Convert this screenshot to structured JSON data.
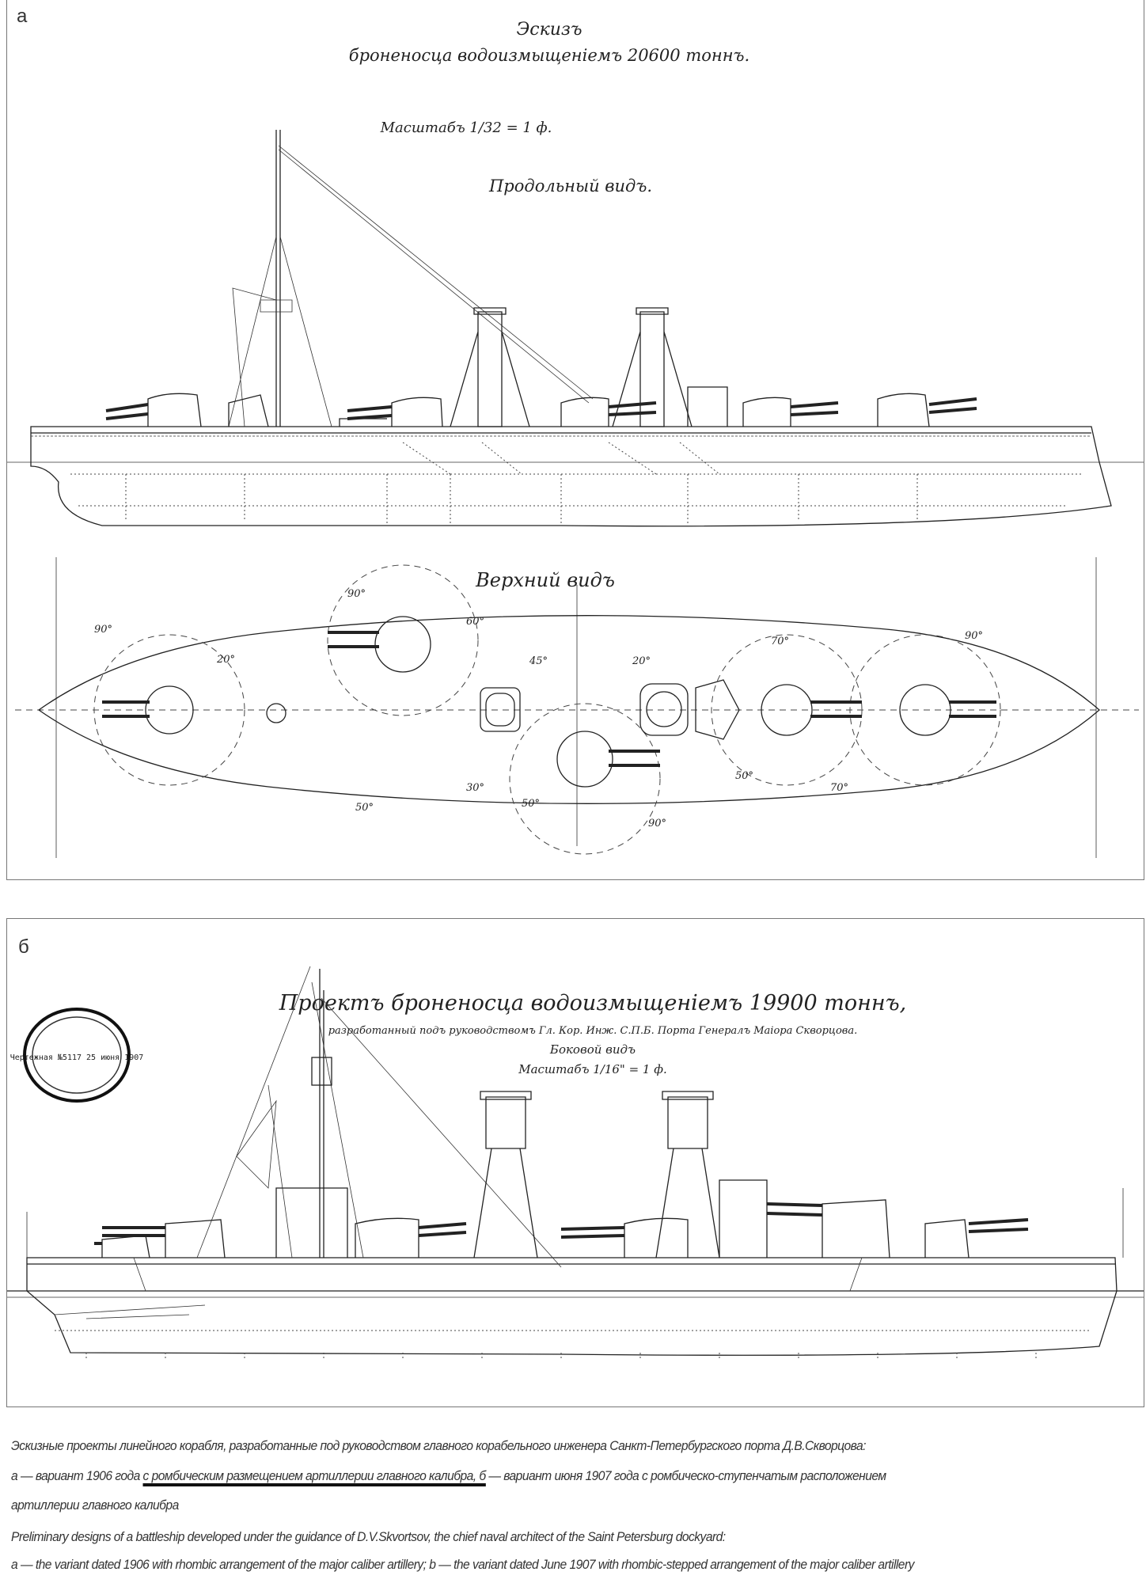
{
  "panel_a": {
    "label": "а",
    "title": "Эскизъ",
    "subtitle": "броненосца водоизмыщеніемъ 20600 тоннъ.",
    "scale": "Масштабъ 1/32 = 1 ф.",
    "side_view_label": "Продольный видъ.",
    "top_view_label": "Верхний видъ",
    "angle_labels": [
      "90°",
      "20°",
      "90°",
      "50°",
      "45°",
      "20°",
      "50°",
      "30°",
      "60°",
      "70°",
      "90°",
      "50°",
      "70°",
      "90°"
    ]
  },
  "panel_b": {
    "label": "б",
    "stamp_text": "Чертежная №5117 25 июня 1907",
    "title": "Проектъ броненосца водоизмыщеніемъ 19900 тоннъ,",
    "subtitle": "разработанный подъ руководствомъ Гл. Кор. Инж. С.П.Б. Порта Генералъ Маіора Скворцова.",
    "side_view_label": "Боковой видъ",
    "scale": "Масштабъ 1/16\" = 1 ф."
  },
  "caption": {
    "ru_line1": "Эскизные проекты линейного корабля, разработанные под руководством главного корабельного инженера Санкт-Петербургского порта Д.В.Скворцова:",
    "ru_line2_a": "а — вариант 1906 года ",
    "ru_line2_underlined": " с ромбическим размещением артиллерии главного калибра, б",
    "ru_line2_b": " — вариант июня 1907 года с ромбическо-ступенчатым расположением",
    "ru_line3": "артиллерии главного калибра",
    "en_line1": "Preliminary designs of a battleship developed under the guidance of D.V.Skvortsov, the chief naval architect of the Saint Petersburg dockyard:",
    "en_line2": "a — the variant dated 1906 with rhombic arrangement of the major caliber artillery; b — the variant dated June 1907 with rhombic-stepped arrangement of the major caliber artillery"
  }
}
